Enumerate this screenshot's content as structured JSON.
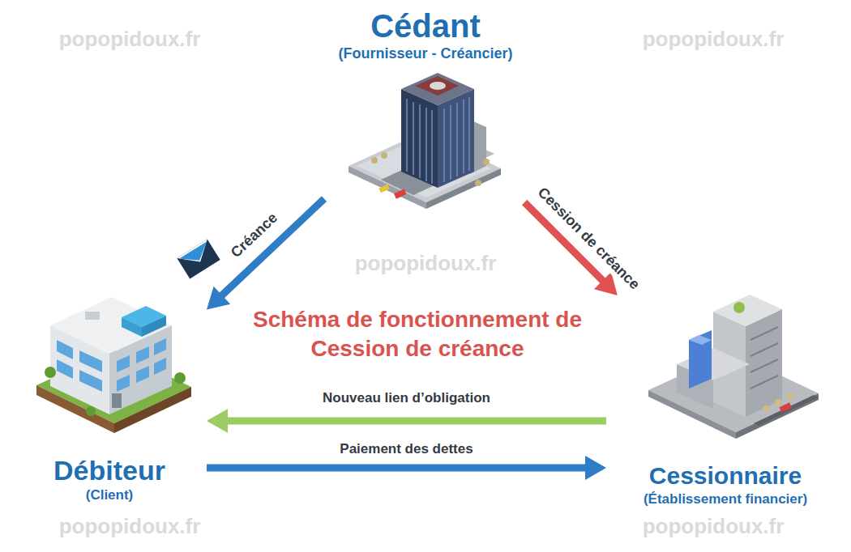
{
  "diagram": {
    "title": "Schéma de fonctionnement de Cession de créance",
    "nodes": [
      {
        "text": [
          "Cédant",
          "(Fournisseur - Créancier)"
        ]
      },
      {
        "text": [
          "Débiteur",
          "(Client)"
        ]
      },
      {
        "text": [
          "Cessionnaire",
          "(Établissement financier)"
        ]
      }
    ],
    "edges": [
      {
        "from": 0,
        "to": 1,
        "arrow": "to",
        "label": "Créance"
      },
      {
        "from": 0,
        "to": 2,
        "arrow": "to",
        "label": "Cession de créance"
      },
      {
        "from": 2,
        "to": 1,
        "arrow": "to",
        "label": "Nouveau lien d’obligation"
      },
      {
        "from": 1,
        "to": 2,
        "arrow": "to",
        "label": "Paiement des dettes"
      }
    ],
    "labels": [
      "popopidoux.fr",
      "popopidoux.fr",
      "popopidoux.fr",
      "popopidoux.fr",
      "popopidoux.fr"
    ]
  }
}
